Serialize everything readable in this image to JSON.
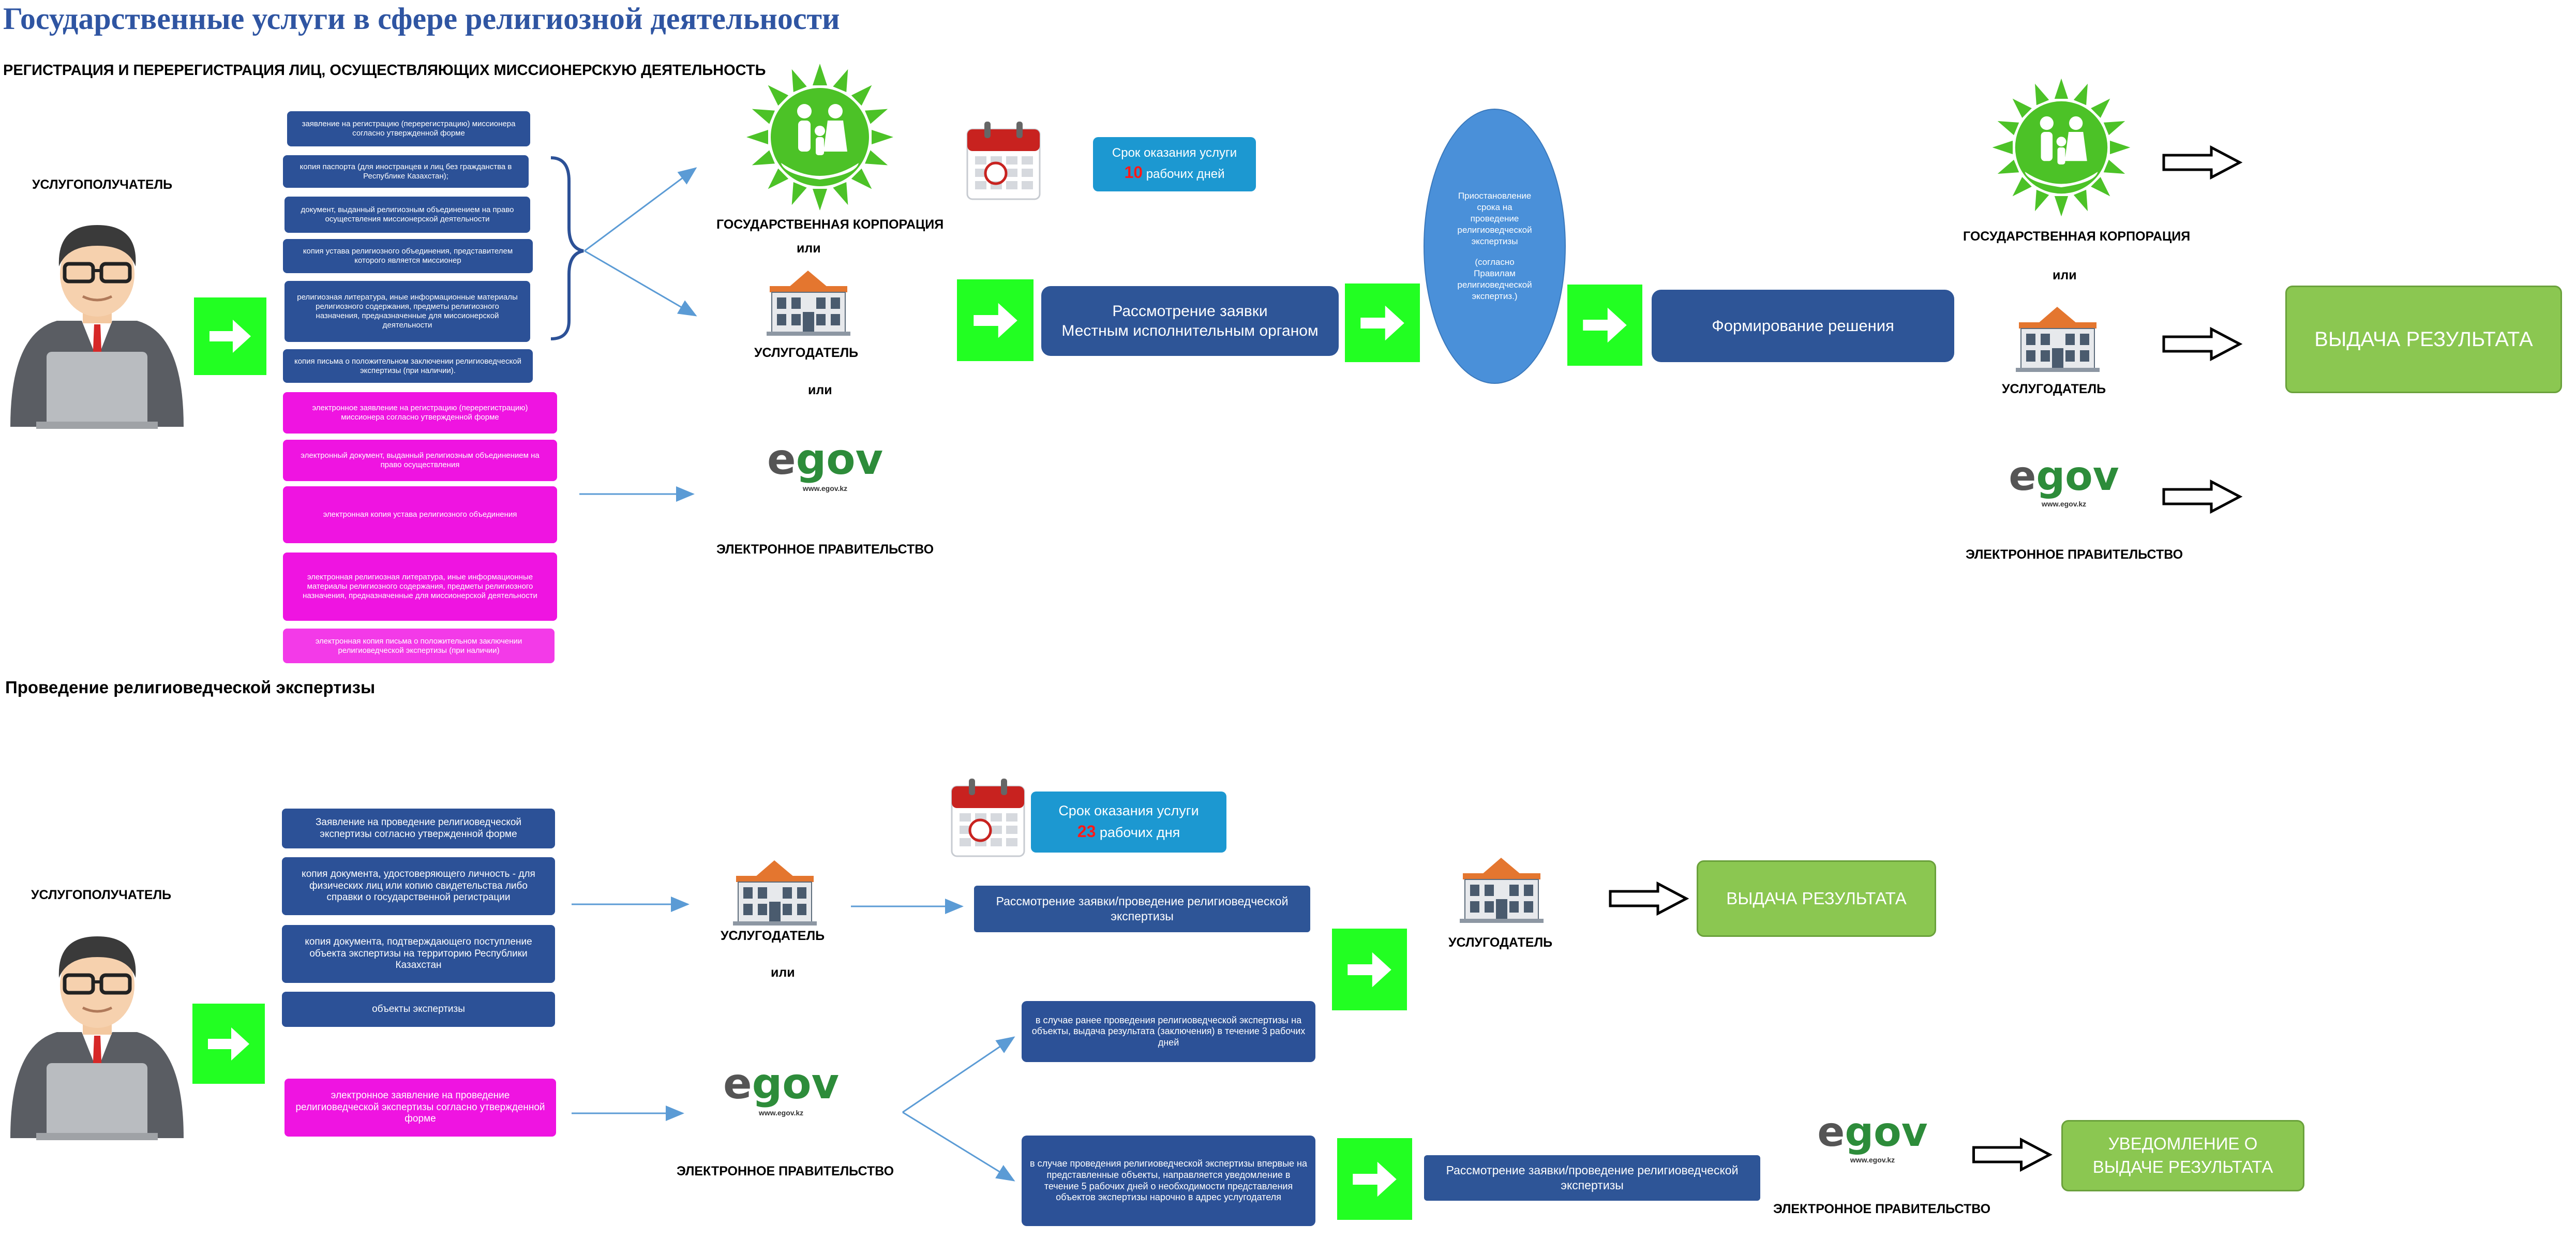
{
  "title": "Государственные услуги в сфере религиозной деятельности",
  "section1": {
    "heading": "РЕГИСТРАЦИЯ И ПЕРЕРЕГИСТРАЦИЯ ЛИЦ, ОСУЩЕСТВЛЯЮЩИХ МИССИОНЕРСКУЮ ДЕЯТЕЛЬНОСТЬ",
    "recipient": "УСЛУГОПОЛУЧАТЕЛЬ",
    "paper_docs": [
      "заявление на регистрацию (перерегистрацию) миссионера согласно утвержденной форме",
      "копия паспорта (для иностранцев и лиц без гражданства в Республике Казахстан);",
      "документ, выданный религиозным объединением на право осуществления миссионерской деятельности",
      "копия устава религиозного объединения, представителем которого является миссионер",
      "религиозная литература, иные информационные материалы религиозного содержания, предметы религиозного назначения, предназначенные для миссионерской деятельности",
      "копия письма о положительном заключении религиоведческой экспертизы (при наличии)."
    ],
    "e_docs": [
      "электронное заявление на регистрацию (перерегистрацию) миссионера согласно утвержденной форме",
      "электронный документ, выданный религиозным объединением на право осуществления",
      "электронная копия устава религиозного объединения",
      "электронная религиозная литература, иные информационные материалы религиозного содержания, предметы религиозного назначения, предназначенные для миссионерской деятельности",
      "электронная копия письма о положительном заключении религиоведческой экспертизы (при наличии)"
    ],
    "corp_label": "ГОСУДАРСТВЕННАЯ КОРПОРАЦИЯ",
    "or1": "или",
    "provider_label": "УСЛУГОДАТЕЛЬ",
    "or2": "или",
    "egov_label": "ЭЛЕКТРОННОЕ ПРАВИТЕЛЬСТВО",
    "term_line1": "Срок оказания услуги",
    "term_num": "10",
    "term_line2": "рабочих дней",
    "review_line1": "Рассмотрение заявки",
    "review_line2": "Местным исполнительным органом",
    "suspend": [
      "Приостановление",
      "срока на",
      "проведение",
      "религиоведческой",
      "экспертизы",
      "",
      "(согласно",
      "Правилам",
      "религиоведческой",
      "экспертиз.)"
    ],
    "decision": "Формирование решения",
    "out_corp_label": "ГОСУДАРСТВЕННАЯ КОРПОРАЦИЯ",
    "out_or": "или",
    "out_provider_label": "УСЛУГОДАТЕЛЬ",
    "out_egov_label": "ЭЛЕКТРОННОЕ ПРАВИТЕЛЬСТВО",
    "result": "ВЫДАЧА РЕЗУЛЬТАТА"
  },
  "section2": {
    "heading": "Проведение религиоведческой экспертизы",
    "recipient": "УСЛУГОПОЛУЧАТЕЛЬ",
    "paper_docs": [
      "Заявление на проведение религиоведческой экспертизы согласно утвержденной форме",
      "копия документа, удостоверяющего личность - для физических лиц или копию свидетельства либо справки о государственной регистрации",
      "копия документа, подтверждающего поступление объекта экспертизы на территорию Республики Казахстан",
      "объекты экспертизы"
    ],
    "e_doc": "электронное заявление на проведение религиоведческой экспертизы согласно утвержденной форме",
    "provider_label": "УСЛУГОДАТЕЛЬ",
    "or1": "или",
    "egov_label": "ЭЛЕКТРОННОЕ ПРАВИТЕЛЬСТВО",
    "term_line1": "Срок оказания услуги",
    "term_num": "23",
    "term_line2": "рабочих дня",
    "review": "Рассмотрение заявки/проведение религиоведческой экспертизы",
    "out_provider_label": "УСЛУГОДАТЕЛЬ",
    "result": "ВЫДАЧА РЕЗУЛЬТАТА",
    "case1": "в случае ранее проведения религиоведческой экспертизы на объекты, выдача результата (заключения) в течение 3 рабочих дней",
    "case2": "в случае проведения религиоведческой экспертизы впервые на представленные объекты, направляется уведомление в течение 5 рабочих дней о необходимости представления объектов экспертизы нарочно в адрес услугодателя",
    "review2": "Рассмотрение заявки/проведение религиоведческой экспертизы",
    "out_egov_label": "ЭЛЕКТРОННОЕ ПРАВИТЕЛЬСТВО",
    "notify": "УВЕДОМЛЕНИЕ О ВЫДАЧЕ РЕЗУЛЬТАТА"
  },
  "egov_logo": {
    "text_e": "e",
    "text_gov": "gov",
    "url": "www.egov.kz"
  },
  "colors": {
    "title": "#2f55a2",
    "doc_blue": "#2c5197",
    "doc_magenta": "#ef14e1",
    "arrow_green": "#22ff22",
    "result_green": "#8bc751",
    "term_cyan": "#1c98d1",
    "ellipse": "#4a90d9",
    "flow_line": "#5b9bd5"
  }
}
